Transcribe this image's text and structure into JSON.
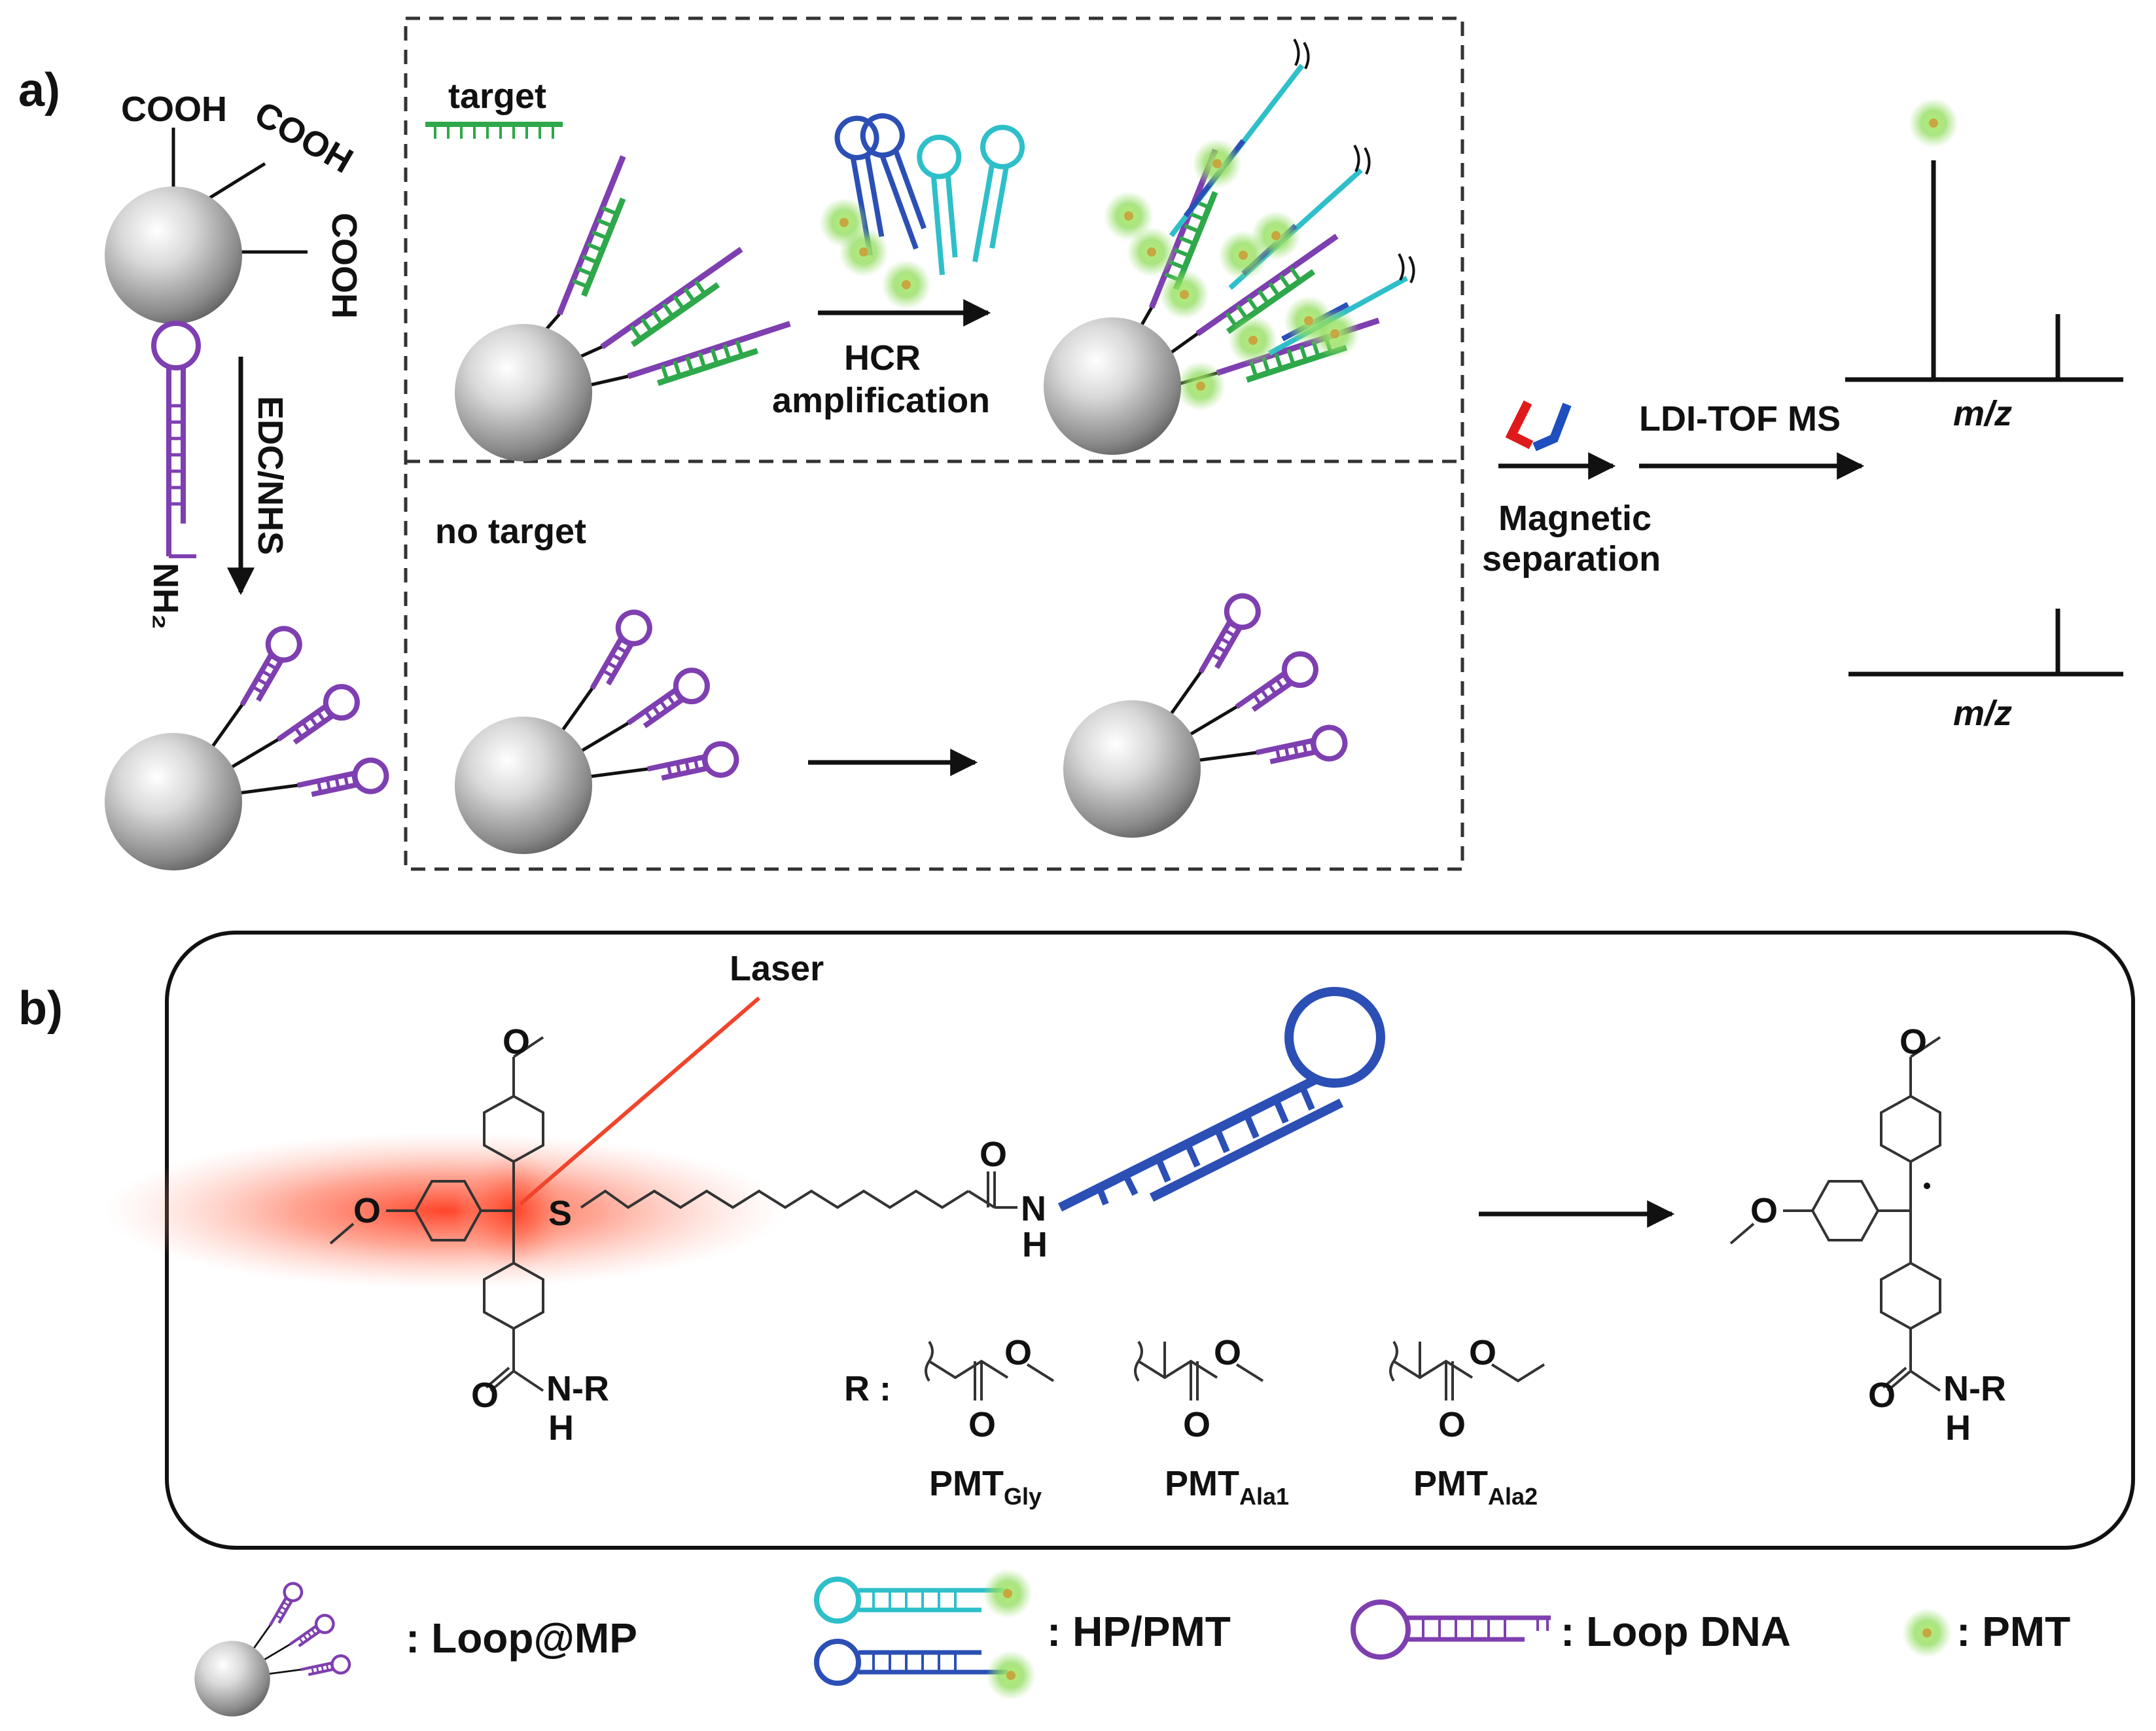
{
  "panels": {
    "a": "a)",
    "b": "b)"
  },
  "panel_a": {
    "groups": {
      "cooh1": "COOH",
      "cooh2": "COOH",
      "cooh3": "COOH",
      "nh2": "NH₂"
    },
    "coupling": "EDC/NHS",
    "target_label": "target",
    "no_target_label": "no target",
    "hcr_line1": "HCR",
    "hcr_line2": "amplification",
    "magnetic_line1": "Magnetic",
    "magnetic_line2": "separation",
    "ms_method": "LDI-TOF MS",
    "mz_top": "m/z",
    "mz_bottom": "m/z"
  },
  "panel_b": {
    "laser": "Laser",
    "atoms": {
      "S": "S",
      "O_left": "O",
      "O_top": "O",
      "O_amide": "O",
      "N_amide": "N",
      "H_amide": "H",
      "O_link": "O",
      "NR": "N-R",
      "H_link": "H",
      "O_p1": "O",
      "O_p2": "O",
      "O_p3": "O",
      "O_prod_top": "O",
      "O_prod_left": "O",
      "O_prod_amide": "O",
      "NR_prod": "N-R",
      "H_prod": "H"
    },
    "r_label": "R :",
    "pmt": [
      {
        "main": "PMT",
        "sub": "Gly"
      },
      {
        "main": "PMT",
        "sub": "Ala1"
      },
      {
        "main": "PMT",
        "sub": "Ala2"
      }
    ]
  },
  "legend": [
    {
      "icon": "loop-mp-icon",
      "label": ": Loop@MP"
    },
    {
      "icon": "hp-pmt-icon",
      "label": ": HP/PMT"
    },
    {
      "icon": "loop-dna-icon",
      "label": ": Loop DNA"
    },
    {
      "icon": "pmt-glow-icon",
      "label": ": PMT"
    }
  ],
  "colors": {
    "purple": "#7e3fb0",
    "green": "#2ea84a",
    "blue": "#2b4fb5",
    "cyan": "#2ebfc9",
    "laser": "#f0442b",
    "magnet_red": "#e0191c",
    "magnet_blue": "#1f4fbf"
  }
}
